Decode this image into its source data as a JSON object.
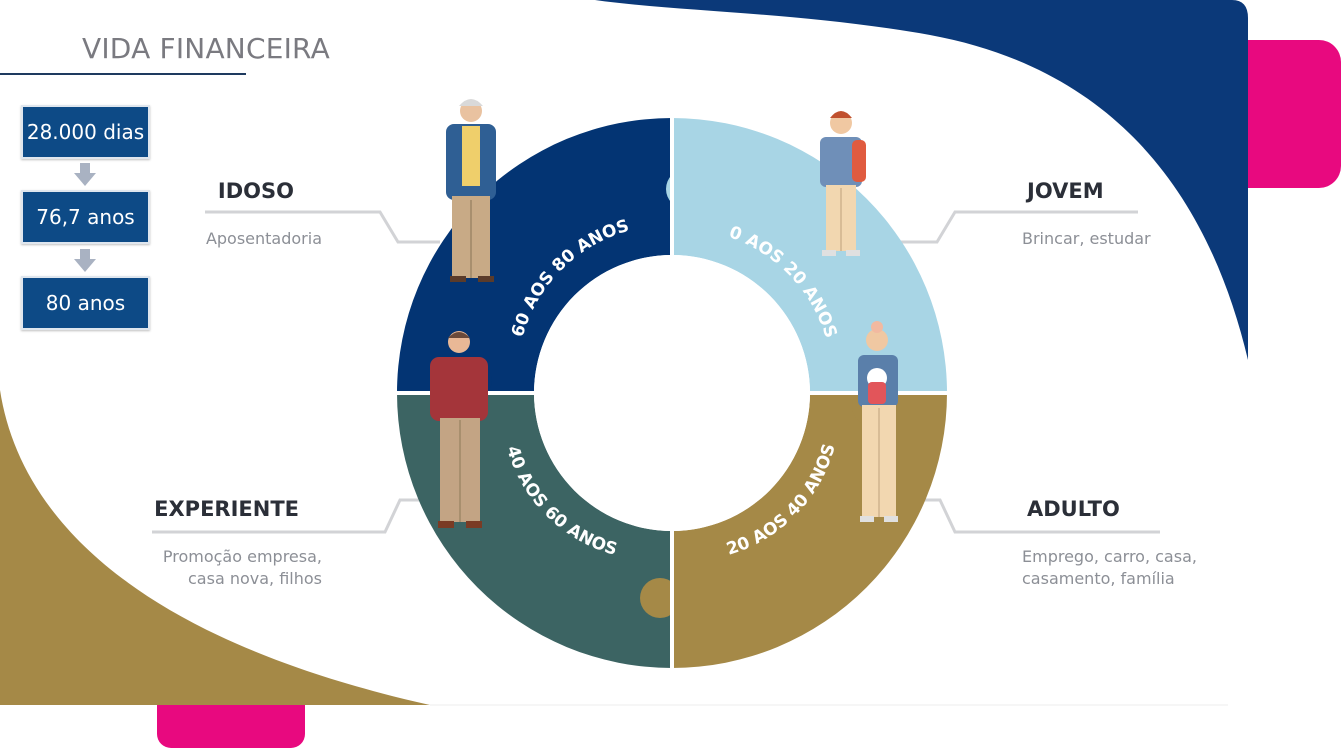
{
  "title": "VIDA FINANCEIRA",
  "stats": [
    "28.000 dias",
    "76,7 anos",
    "80 anos"
  ],
  "stages": {
    "idoso": {
      "title": "IDOSO",
      "desc": [
        "Aposentadoria"
      ],
      "range": "60 AOS 80 ANOS"
    },
    "jovem": {
      "title": "JOVEM",
      "desc": [
        "Brincar, estudar"
      ],
      "range": "0 AOS 20 ANOS"
    },
    "experiente": {
      "title": "EXPERIENTE",
      "desc": [
        "Promoção empresa,",
        "casa nova, filhos"
      ],
      "range": "40 AOS 60 ANOS"
    },
    "adulto": {
      "title": "ADULTO",
      "desc": [
        "Emprego, carro, casa,",
        "casamento, família"
      ],
      "range": "20 AOS 40 ANOS"
    }
  },
  "colors": {
    "navy": "#033473",
    "light_blue": "#a8d5e5",
    "gold": "#a58947",
    "teal": "#3c6463",
    "magenta": "#e8097f",
    "box_blue": "#0d4a86"
  }
}
